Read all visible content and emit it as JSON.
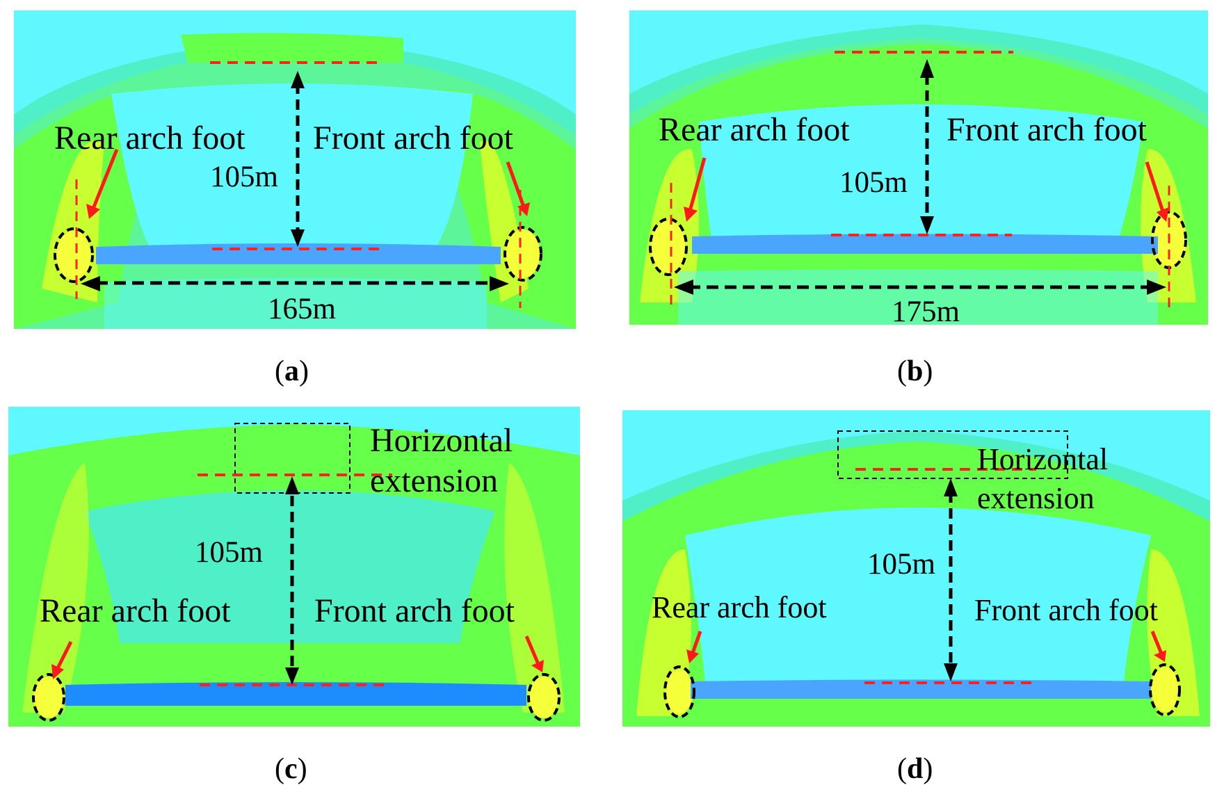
{
  "panels": [
    {
      "id": "a",
      "caption": "a",
      "rear_label": "Rear arch foot",
      "front_label": "Front arch foot",
      "height_label": "105m",
      "span_label": "165m"
    },
    {
      "id": "b",
      "caption": "b",
      "rear_label": "Rear arch foot",
      "front_label": "Front arch foot",
      "height_label": "105m",
      "span_label": "175m"
    },
    {
      "id": "c",
      "caption": "c",
      "rear_label": "Rear arch foot",
      "front_label": "Front arch foot",
      "height_label": "105m",
      "extension_line1": "Horizontal",
      "extension_line2": "extension"
    },
    {
      "id": "d",
      "caption": "d",
      "rear_label": "Rear arch foot",
      "front_label": "Front arch foot",
      "height_label": "105m",
      "extension_line1": "Horizontal",
      "extension_line2": "extension"
    }
  ],
  "colors": {
    "background_cyan": "#5ff8ff",
    "teal_zone": "#4ff0c8",
    "mint_zone": "#5cf59a",
    "green_zone": "#66ff4a",
    "yellow_green_zone": "#c8ff30",
    "yellow_zone": "#f5ff3a",
    "tunnel_blue": "#4aa5ff",
    "tunnel_blue_dark": "#1d8cff",
    "dashed_red": "#ff2020",
    "arrow_red": "#ff1a1a",
    "dashed_black": "#000000"
  }
}
